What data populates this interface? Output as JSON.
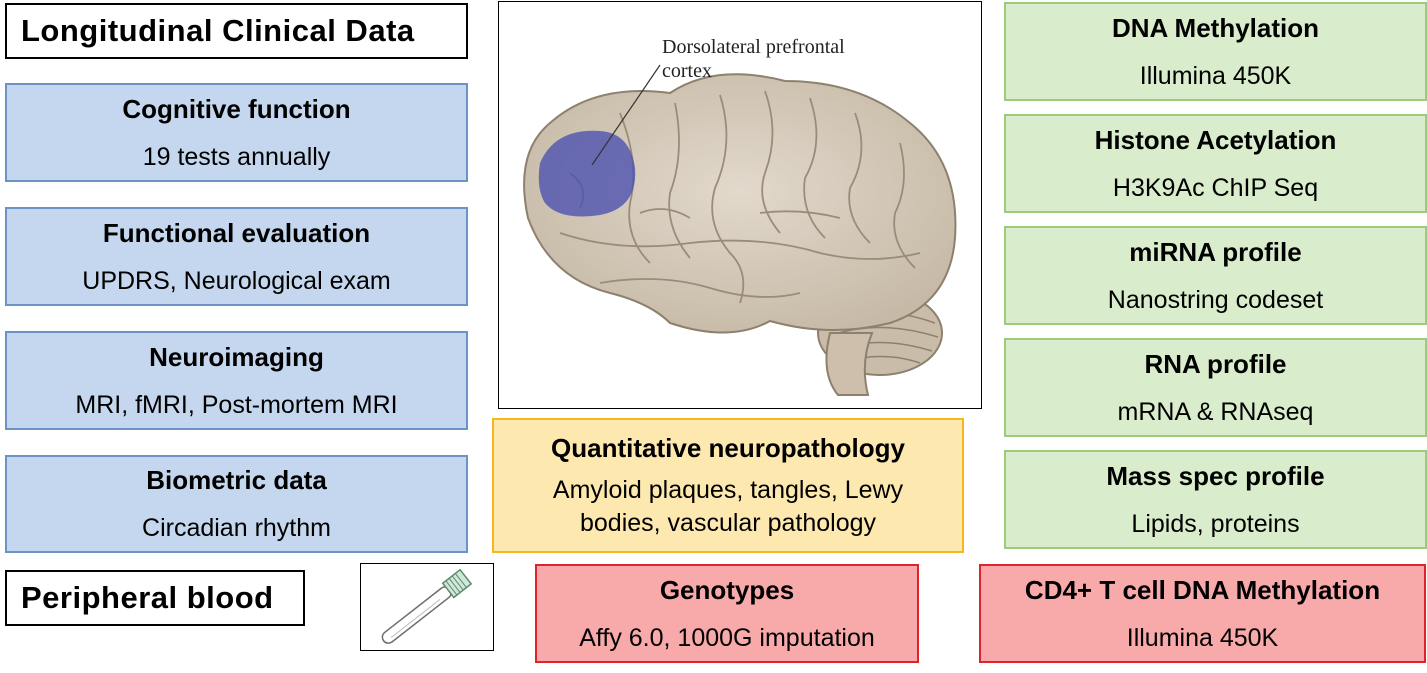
{
  "left": {
    "header": "Longitudinal Clinical Data",
    "items": [
      {
        "title": "Cognitive function",
        "sub": "19 tests annually"
      },
      {
        "title": "Functional evaluation",
        "sub": "UPDRS, Neurological exam"
      },
      {
        "title": "Neuroimaging",
        "sub": "MRI, fMRI, Post-mortem MRI"
      },
      {
        "title": "Biometric data",
        "sub": "Circadian rhythm"
      }
    ],
    "blood_header": "Peripheral blood"
  },
  "brain": {
    "label_line1": "Dorsolateral prefrontal",
    "label_line2": "cortex",
    "highlight_color": "#4a4fb0"
  },
  "center": {
    "neuropath": {
      "title": "Quantitative neuropathology",
      "line1": "Amyloid plaques, tangles, Lewy",
      "line2": "bodies, vascular pathology"
    },
    "genotypes": {
      "title": "Genotypes",
      "sub": "Affy 6.0, 1000G imputation"
    }
  },
  "right": {
    "items": [
      {
        "title": "DNA Methylation",
        "sub": "Illumina 450K"
      },
      {
        "title": "Histone Acetylation",
        "sub": "H3K9Ac ChIP Seq"
      },
      {
        "title": "miRNA profile",
        "sub": "Nanostring codeset"
      },
      {
        "title": "RNA profile",
        "sub": "mRNA & RNAseq"
      },
      {
        "title": "Mass spec profile",
        "sub": "Lipids, proteins"
      }
    ],
    "cd4": {
      "title": "CD4+ T cell DNA Methylation",
      "sub": "Illumina 450K"
    }
  },
  "colors": {
    "clinical": "#c5d7ee",
    "molecular": "#d9eccb",
    "blood": "#f8a9aa",
    "pathology": "#fde9b0"
  }
}
